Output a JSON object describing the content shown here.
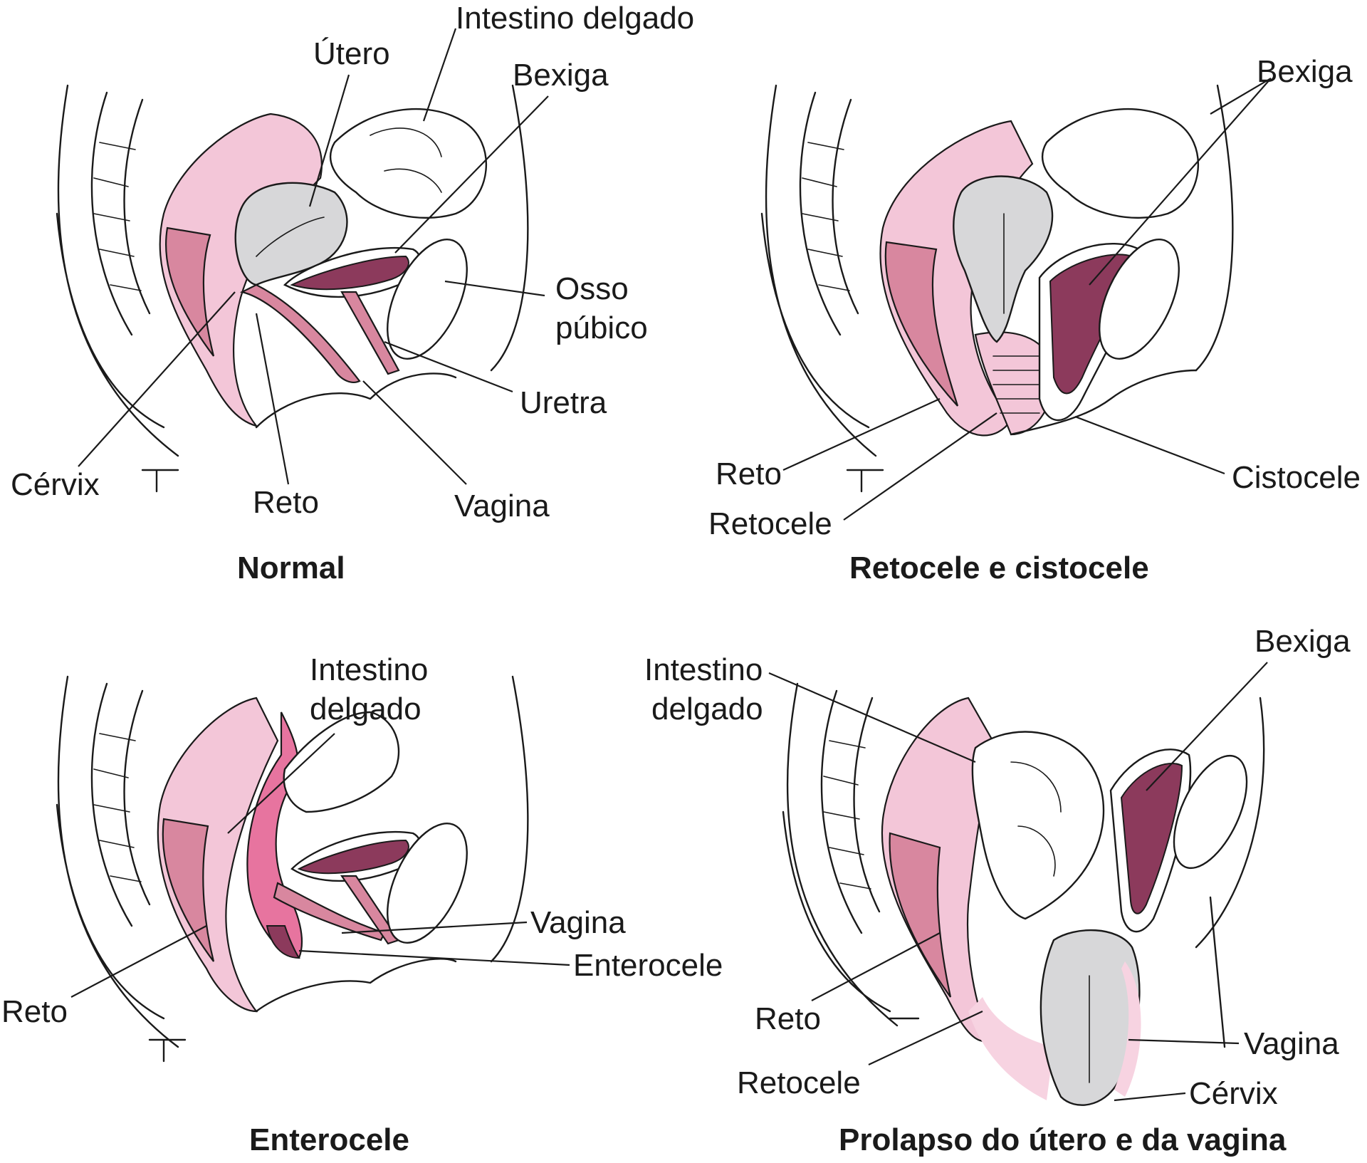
{
  "colors": {
    "tissue_pink": "#f3c6d8",
    "tissue_dark": "#d8879f",
    "lumen_maroon": "#8c3a5c",
    "enterocele_pink": "#e7749f",
    "uterus_grey": "#d7d7d9",
    "ink": "#1a1a1a"
  },
  "panels": {
    "normal": {
      "title": "Normal",
      "labels": {
        "intestino": "Intestino delgado",
        "utero": "Útero",
        "bexiga": "Bexiga",
        "osso_line1": "Osso",
        "osso_line2": "púbico",
        "uretra": "Uretra",
        "vagina": "Vagina",
        "reto": "Reto",
        "cervix": "Cérvix"
      }
    },
    "retocele_cistocele": {
      "title": "Retocele e cistocele",
      "labels": {
        "bexiga": "Bexiga",
        "reto": "Reto",
        "retocele": "Retocele",
        "cistocele": "Cistocele"
      }
    },
    "enterocele": {
      "title": "Enterocele",
      "labels": {
        "intestino_line1": "Intestino",
        "intestino_line2": "delgado",
        "vagina": "Vagina",
        "enterocele": "Enterocele",
        "reto": "Reto"
      }
    },
    "prolapso": {
      "title": "Prolapso do útero e da vagina",
      "labels": {
        "intestino_line1": "Intestino",
        "intestino_line2": "delgado",
        "bexiga": "Bexiga",
        "reto": "Reto",
        "retocele": "Retocele",
        "vagina": "Vagina",
        "cervix": "Cérvix"
      }
    }
  }
}
